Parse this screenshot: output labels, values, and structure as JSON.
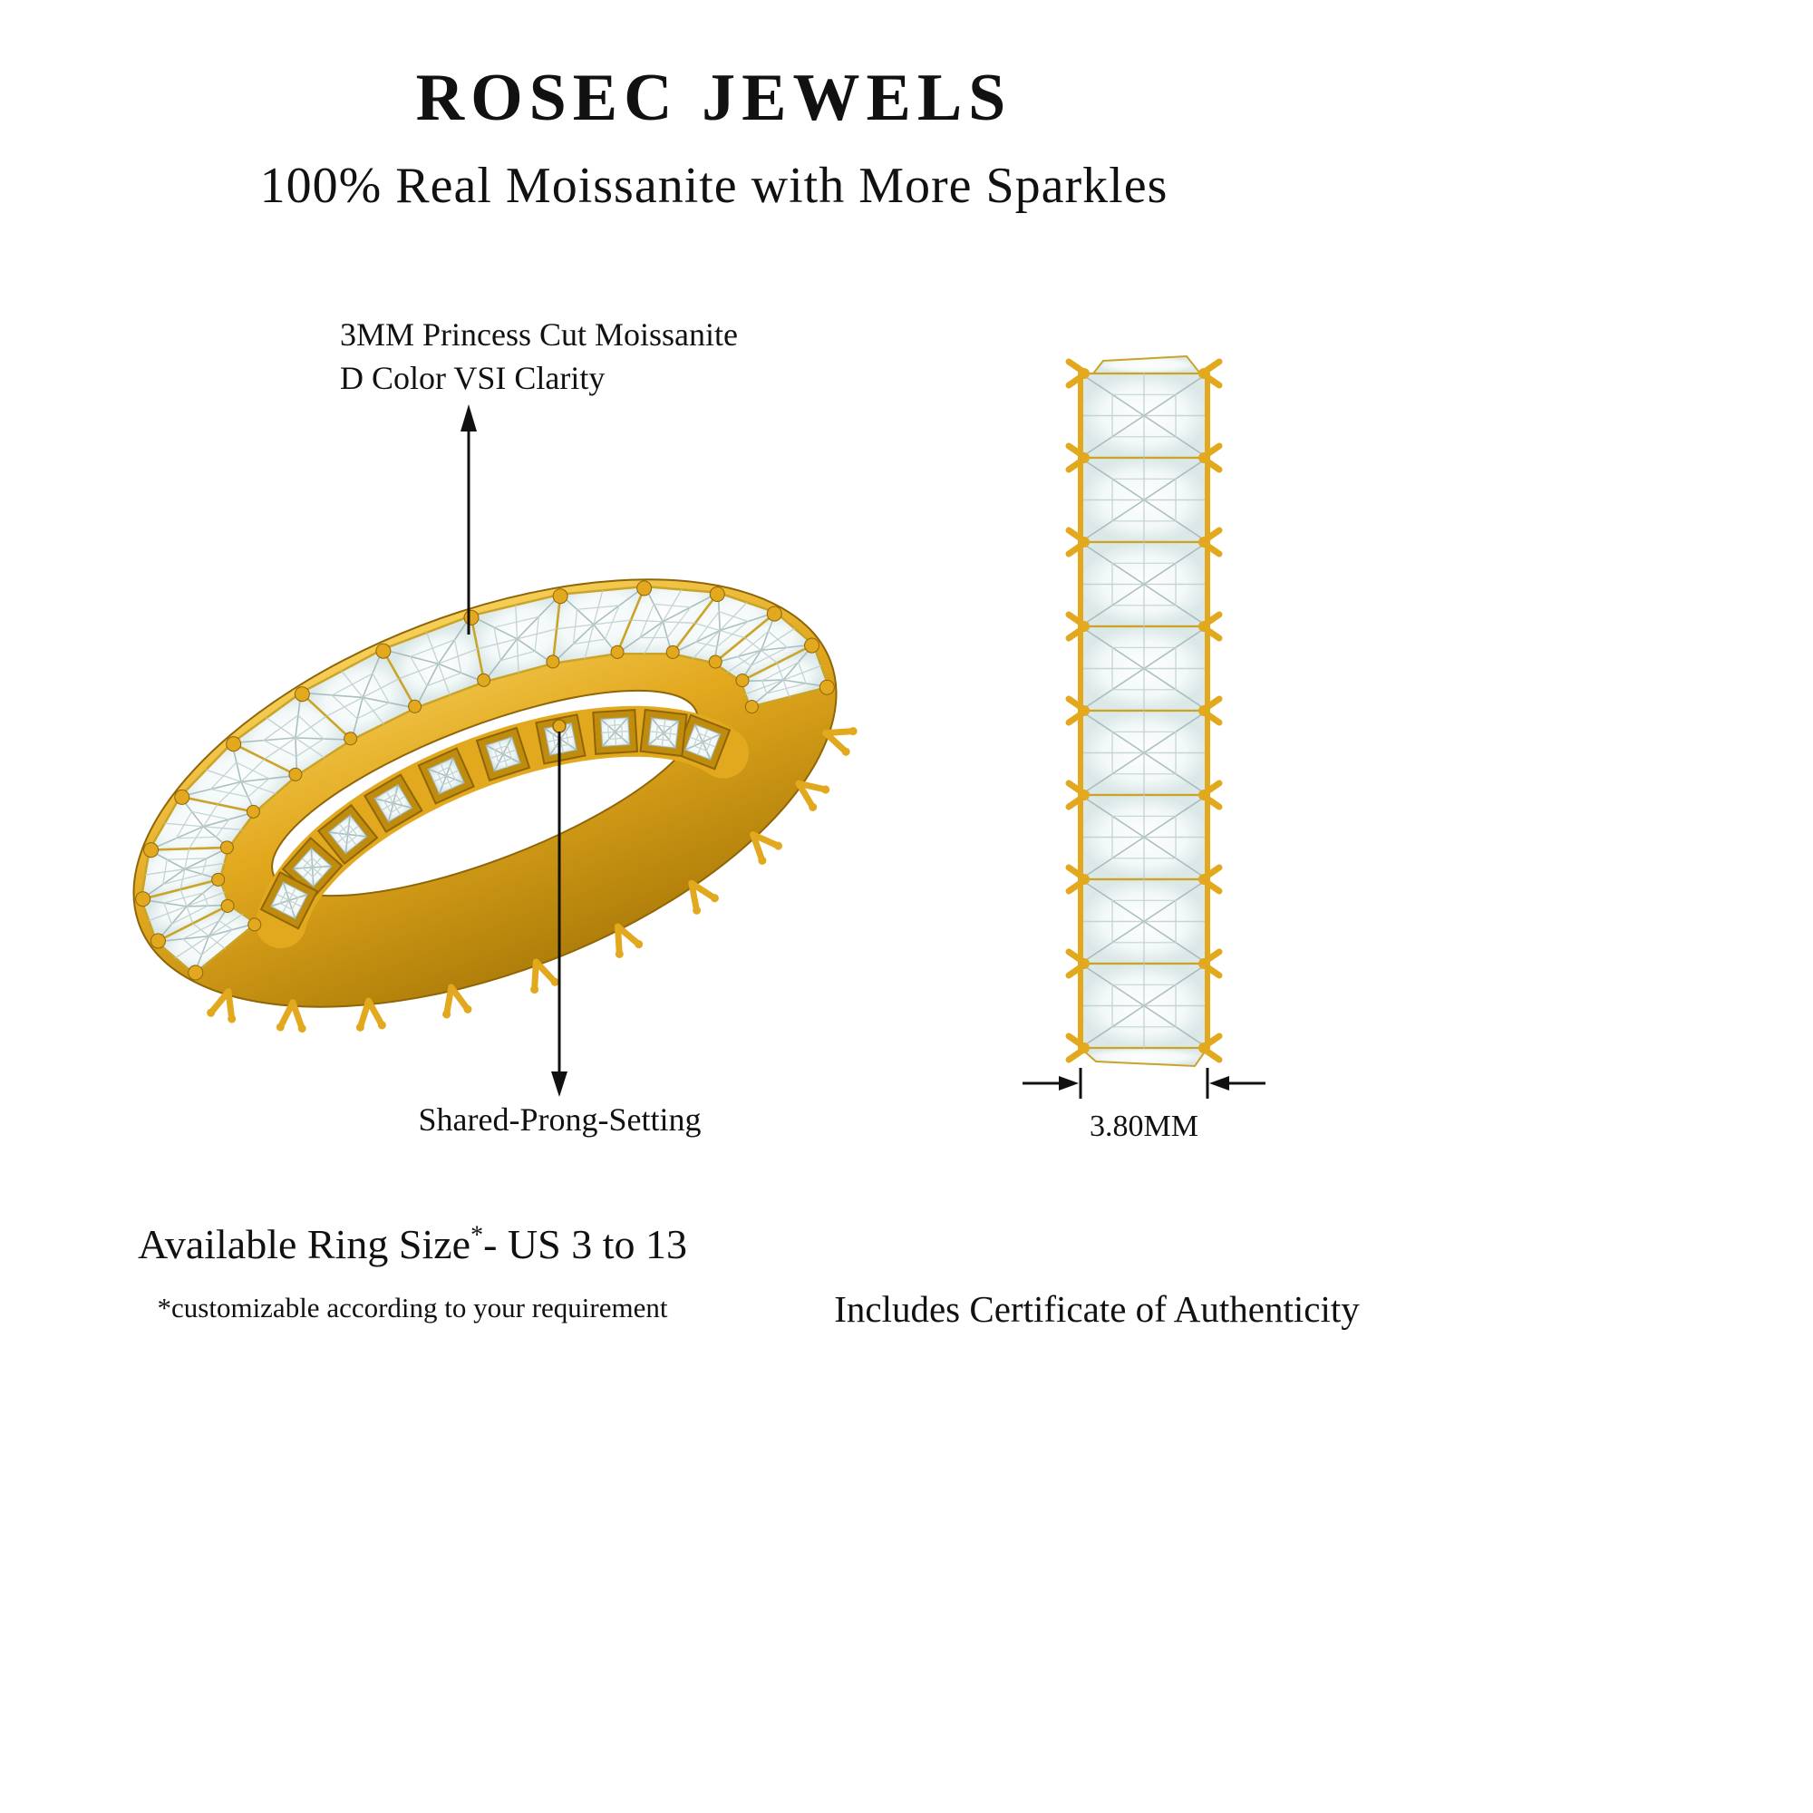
{
  "header": {
    "brand": "ROSEC JEWELS",
    "tagline": "100% Real Moissanite with More Sparkles"
  },
  "annotations": {
    "stone": {
      "line1": "3MM Princess Cut Moissanite",
      "line2": "D Color VSI Clarity"
    },
    "setting": {
      "label": "Shared-Prong-Setting"
    },
    "width": {
      "label": "3.80MM"
    }
  },
  "footer": {
    "ring_size": {
      "label": "Available Ring Size",
      "asterisk": "*",
      "range": "- US 3 to 13"
    },
    "note": "*customizable according to your requirement",
    "certificate": "Includes Certificate of Authenticity"
  },
  "colors": {
    "gold": "#E2A81E",
    "gold_light": "#F6CF58",
    "gold_mid": "#B07F0A",
    "gold_dark": "#8F6508",
    "stone": "#F3F8F8",
    "text": "#111111"
  }
}
